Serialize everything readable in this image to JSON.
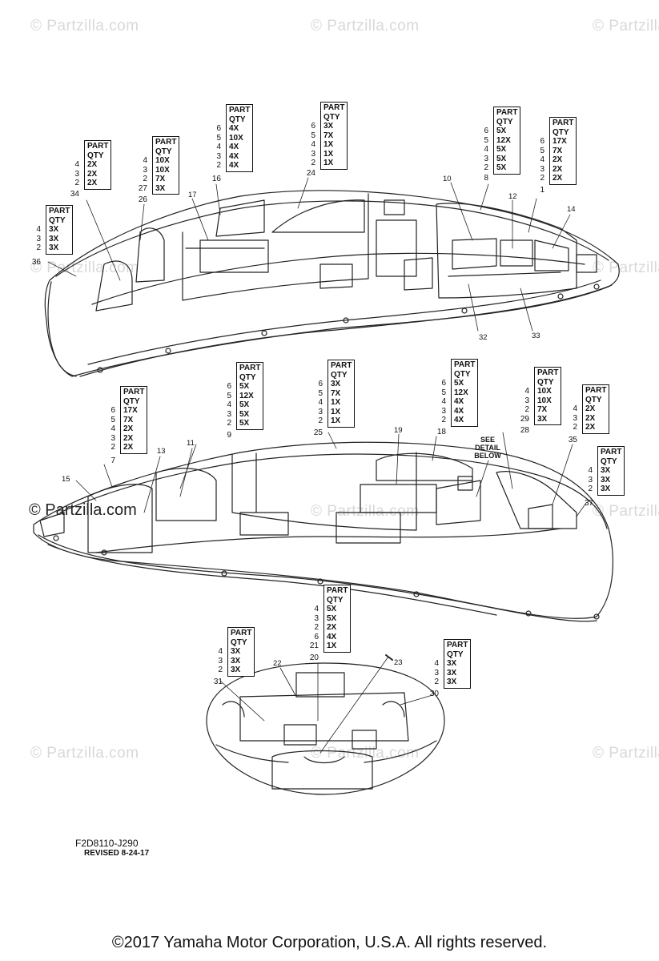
{
  "watermark": "© Partzilla.com",
  "watermark_dark": "© Partzilla.com",
  "table_header": [
    "PART",
    "QTY"
  ],
  "tables": [
    {
      "id": "t34",
      "ref": "34",
      "parts": [
        "4",
        "3",
        "2"
      ],
      "qtys": [
        "2X",
        "2X",
        "2X"
      ]
    },
    {
      "id": "t26",
      "ref": "26",
      "parts": [
        "4",
        "3",
        "2",
        "27"
      ],
      "qtys": [
        "10X",
        "10X",
        "7X",
        "3X"
      ]
    },
    {
      "id": "t16",
      "ref": "16",
      "parts": [
        "6",
        "5",
        "4",
        "3",
        "2"
      ],
      "qtys": [
        "4X",
        "10X",
        "4X",
        "4X",
        "4X"
      ]
    },
    {
      "id": "t24",
      "ref": "24",
      "parts": [
        "6",
        "5",
        "4",
        "3",
        "2"
      ],
      "qtys": [
        "3X",
        "7X",
        "1X",
        "1X",
        "1X"
      ]
    },
    {
      "id": "t8",
      "ref": "8",
      "parts": [
        "6",
        "5",
        "4",
        "3",
        "2"
      ],
      "qtys": [
        "5X",
        "12X",
        "5X",
        "5X",
        "5X"
      ]
    },
    {
      "id": "t1",
      "ref": "1",
      "parts": [
        "6",
        "5",
        "4",
        "3",
        "2"
      ],
      "qtys": [
        "17X",
        "7X",
        "2X",
        "2X",
        "2X"
      ]
    },
    {
      "id": "t36",
      "ref": "36",
      "parts": [
        "4",
        "3",
        "2"
      ],
      "qtys": [
        "3X",
        "3X",
        "3X"
      ]
    },
    {
      "id": "t9",
      "ref": "9",
      "parts": [
        "6",
        "5",
        "4",
        "3",
        "2"
      ],
      "qtys": [
        "5X",
        "12X",
        "5X",
        "5X",
        "5X"
      ]
    },
    {
      "id": "t25",
      "ref": "25",
      "parts": [
        "6",
        "5",
        "4",
        "3",
        "2"
      ],
      "qtys": [
        "3X",
        "7X",
        "1X",
        "1X",
        "1X"
      ]
    },
    {
      "id": "t18",
      "ref": "18",
      "parts": [
        "6",
        "5",
        "4",
        "3",
        "2"
      ],
      "qtys": [
        "5X",
        "12X",
        "4X",
        "4X",
        "4X"
      ]
    },
    {
      "id": "t28",
      "ref": "28",
      "parts": [
        "4",
        "3",
        "2",
        "29"
      ],
      "qtys": [
        "10X",
        "10X",
        "7X",
        "3X"
      ]
    },
    {
      "id": "t35",
      "ref": "35",
      "parts": [
        "4",
        "3",
        "2"
      ],
      "qtys": [
        "2X",
        "2X",
        "2X"
      ]
    },
    {
      "id": "t7",
      "ref": "7",
      "parts": [
        "6",
        "5",
        "4",
        "3",
        "2"
      ],
      "qtys": [
        "17X",
        "7X",
        "2X",
        "2X",
        "2X"
      ]
    },
    {
      "id": "t37",
      "ref": "37",
      "parts": [
        "4",
        "3",
        "2"
      ],
      "qtys": [
        "3X",
        "3X",
        "3X"
      ]
    },
    {
      "id": "t20",
      "ref": "20",
      "parts": [
        "4",
        "3",
        "2",
        "6",
        "21"
      ],
      "qtys": [
        "5X",
        "5X",
        "2X",
        "4X",
        "1X"
      ]
    },
    {
      "id": "t31",
      "ref": "31",
      "parts": [
        "4",
        "3",
        "2"
      ],
      "qtys": [
        "3X",
        "3X",
        "3X"
      ]
    },
    {
      "id": "t30",
      "ref": "30",
      "parts": [
        "4",
        "3",
        "2"
      ],
      "qtys": [
        "3X",
        "3X",
        "3X"
      ]
    }
  ],
  "callouts": {
    "c10": "10",
    "c12": "12",
    "c14": "14",
    "c17": "17",
    "c32": "32",
    "c33": "33",
    "c11": "11",
    "c13": "13",
    "c15": "15",
    "c19": "19",
    "c22": "22",
    "c23": "23"
  },
  "detail_note": "SEE DETAIL BELOW",
  "drawing_code": "F2D8110-J290",
  "revision": "REVISED 8-24-17",
  "copyright": "©2017  Yamaha Motor Corporation, U.S.A. All rights reserved."
}
